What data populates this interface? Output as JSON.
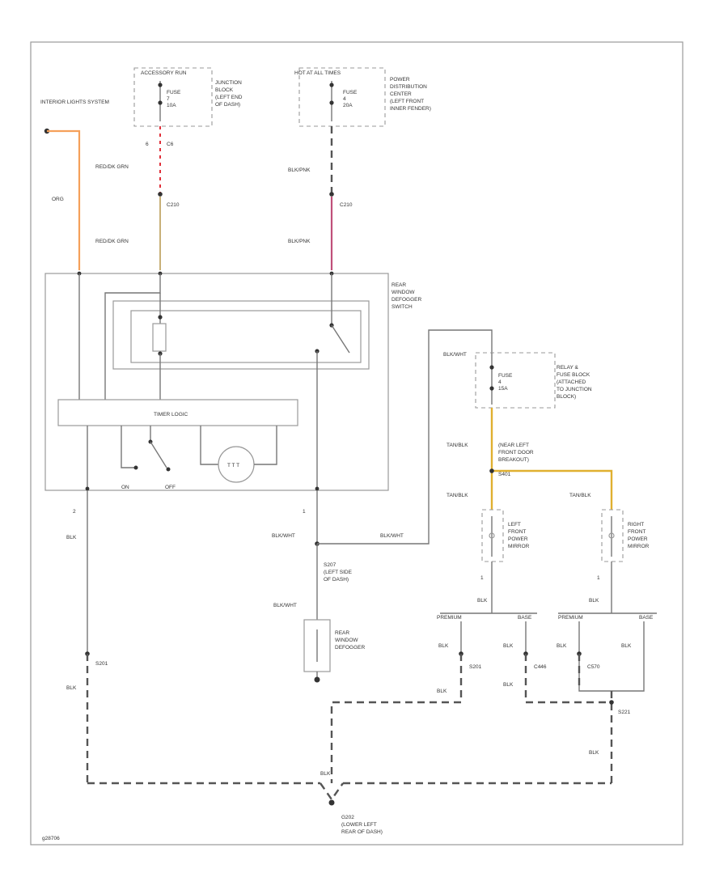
{
  "colors": {
    "orange_wire": "#f5a05a",
    "red_wire": "#e0303a",
    "tan_wire": "#c8b078",
    "pink_wire": "#c0507a",
    "yellow_wire": "#e0b030"
  },
  "interior_lights": "INTERIOR LIGHTS SYSTEM",
  "fuse_left": {
    "header": "ACCESSORY RUN",
    "fuse": "FUSE",
    "num": "7",
    "amp": "10A",
    "location": [
      "JUNCTION",
      "BLOCK",
      "(LEFT END",
      "OF DASH)"
    ]
  },
  "fuse_right": {
    "header": "HOT AT ALL TIMES",
    "fuse": "FUSE",
    "num": "4",
    "amp": "20A",
    "location": [
      "POWER",
      "DISTRIBUTION",
      "CENTER",
      "(LEFT FRONT",
      "INNER FENDER)"
    ]
  },
  "wires": {
    "pin_c6": "6",
    "c6": "C6",
    "red_grn_top": "RED/DK GRN",
    "c210": "C210",
    "red_grn_bottom": "RED/DK GRN",
    "org": "ORG",
    "blk_pnk_top": "BLK/PNK",
    "c210_right": "C210",
    "blk_pnk_bottom": "BLK/PNK"
  },
  "switch_block": {
    "label": [
      "REAR",
      "WINDOW",
      "DEFOGGER",
      "SWITCH"
    ],
    "timer": "TIMER LOGIC",
    "on": "ON",
    "off": "OFF",
    "pin_left": "2",
    "pin_right": "1"
  },
  "relay_block": {
    "wire": "BLK/WHT",
    "fuse": "FUSE",
    "num": "4",
    "amp": "15A",
    "location": [
      "RELAY &",
      "FUSE BLOCK",
      "(ATTACHED",
      "TO JUNCTION",
      "BLOCK)"
    ]
  },
  "tan_blk": {
    "top": "TAN/BLK",
    "splice": "S401",
    "splice_desc": [
      "(NEAR LEFT",
      "FRONT DOOR",
      "BREAKOUT)"
    ],
    "left": "TAN/BLK",
    "right": "TAN/BLK"
  },
  "mirrors": {
    "left": [
      "LEFT",
      "FRONT",
      "POWER",
      "MIRROR"
    ],
    "right": [
      "RIGHT",
      "FRONT",
      "POWER",
      "MIRROR"
    ],
    "pin_left": "1",
    "pin_right": "1",
    "blk_left": "BLK",
    "blk_right": "BLK"
  },
  "options": {
    "premium_left": "PREMIUM",
    "base_left": "BASE",
    "premium_right": "PREMIUM",
    "base_right": "BASE"
  },
  "grounds": {
    "blk_left_top": "BLK",
    "s201": "S201",
    "blk_left_bottom": "BLK",
    "blk_wht_1": "BLK/WHT",
    "blk_wht_2": "BLK/WHT",
    "s207": "S207",
    "s207_desc": [
      "(LEFT SIDE",
      "OF DASH)"
    ],
    "blk_wht_3": "BLK/WHT",
    "defogger": [
      "REAR",
      "WINDOW",
      "DEFOGGER"
    ],
    "blk_a": "BLK",
    "s201_b": "S201",
    "blk_b": "BLK",
    "c446": "C446",
    "blk_c": "BLK",
    "c570": "C570",
    "blk_d": "BLK",
    "blk_e": "BLK",
    "blk_f": "BLK",
    "s221": "S221",
    "blk_g": "BLK",
    "blk_center": "BLK",
    "g202": "G202",
    "g202_desc": [
      "(LOWER LEFT",
      "REAR OF DASH)"
    ]
  },
  "footer": "g28706"
}
